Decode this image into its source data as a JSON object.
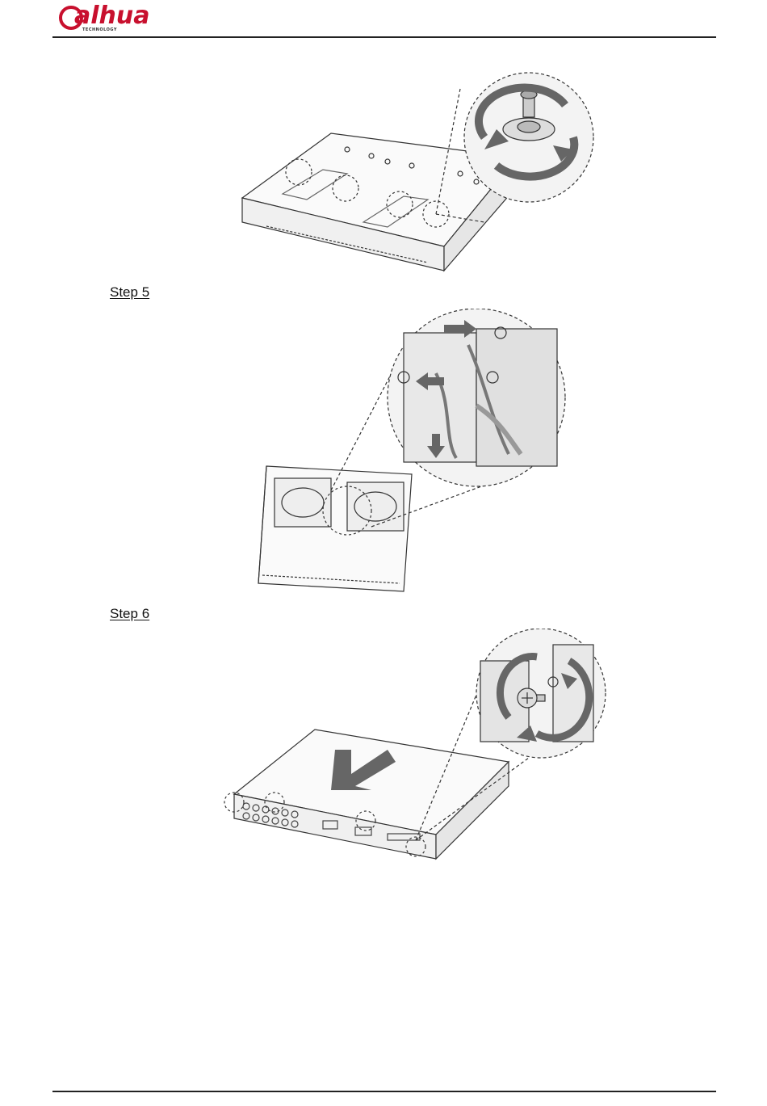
{
  "header": {
    "logo_text": "alhua",
    "logo_subtext": "TECHNOLOGY",
    "logo_color": "#c8102e"
  },
  "steps": [
    {
      "label": "Step 5"
    },
    {
      "label": "Step 6"
    }
  ],
  "figures": [
    {
      "name": "figure-screw-bottom-panel",
      "icon": "rotate-screw-clockwise"
    },
    {
      "name": "figure-connect-hdd-cables",
      "icon": "cable-connection-arrows"
    },
    {
      "name": "figure-close-cover",
      "icon": "slide-cover-and-screw"
    }
  ]
}
